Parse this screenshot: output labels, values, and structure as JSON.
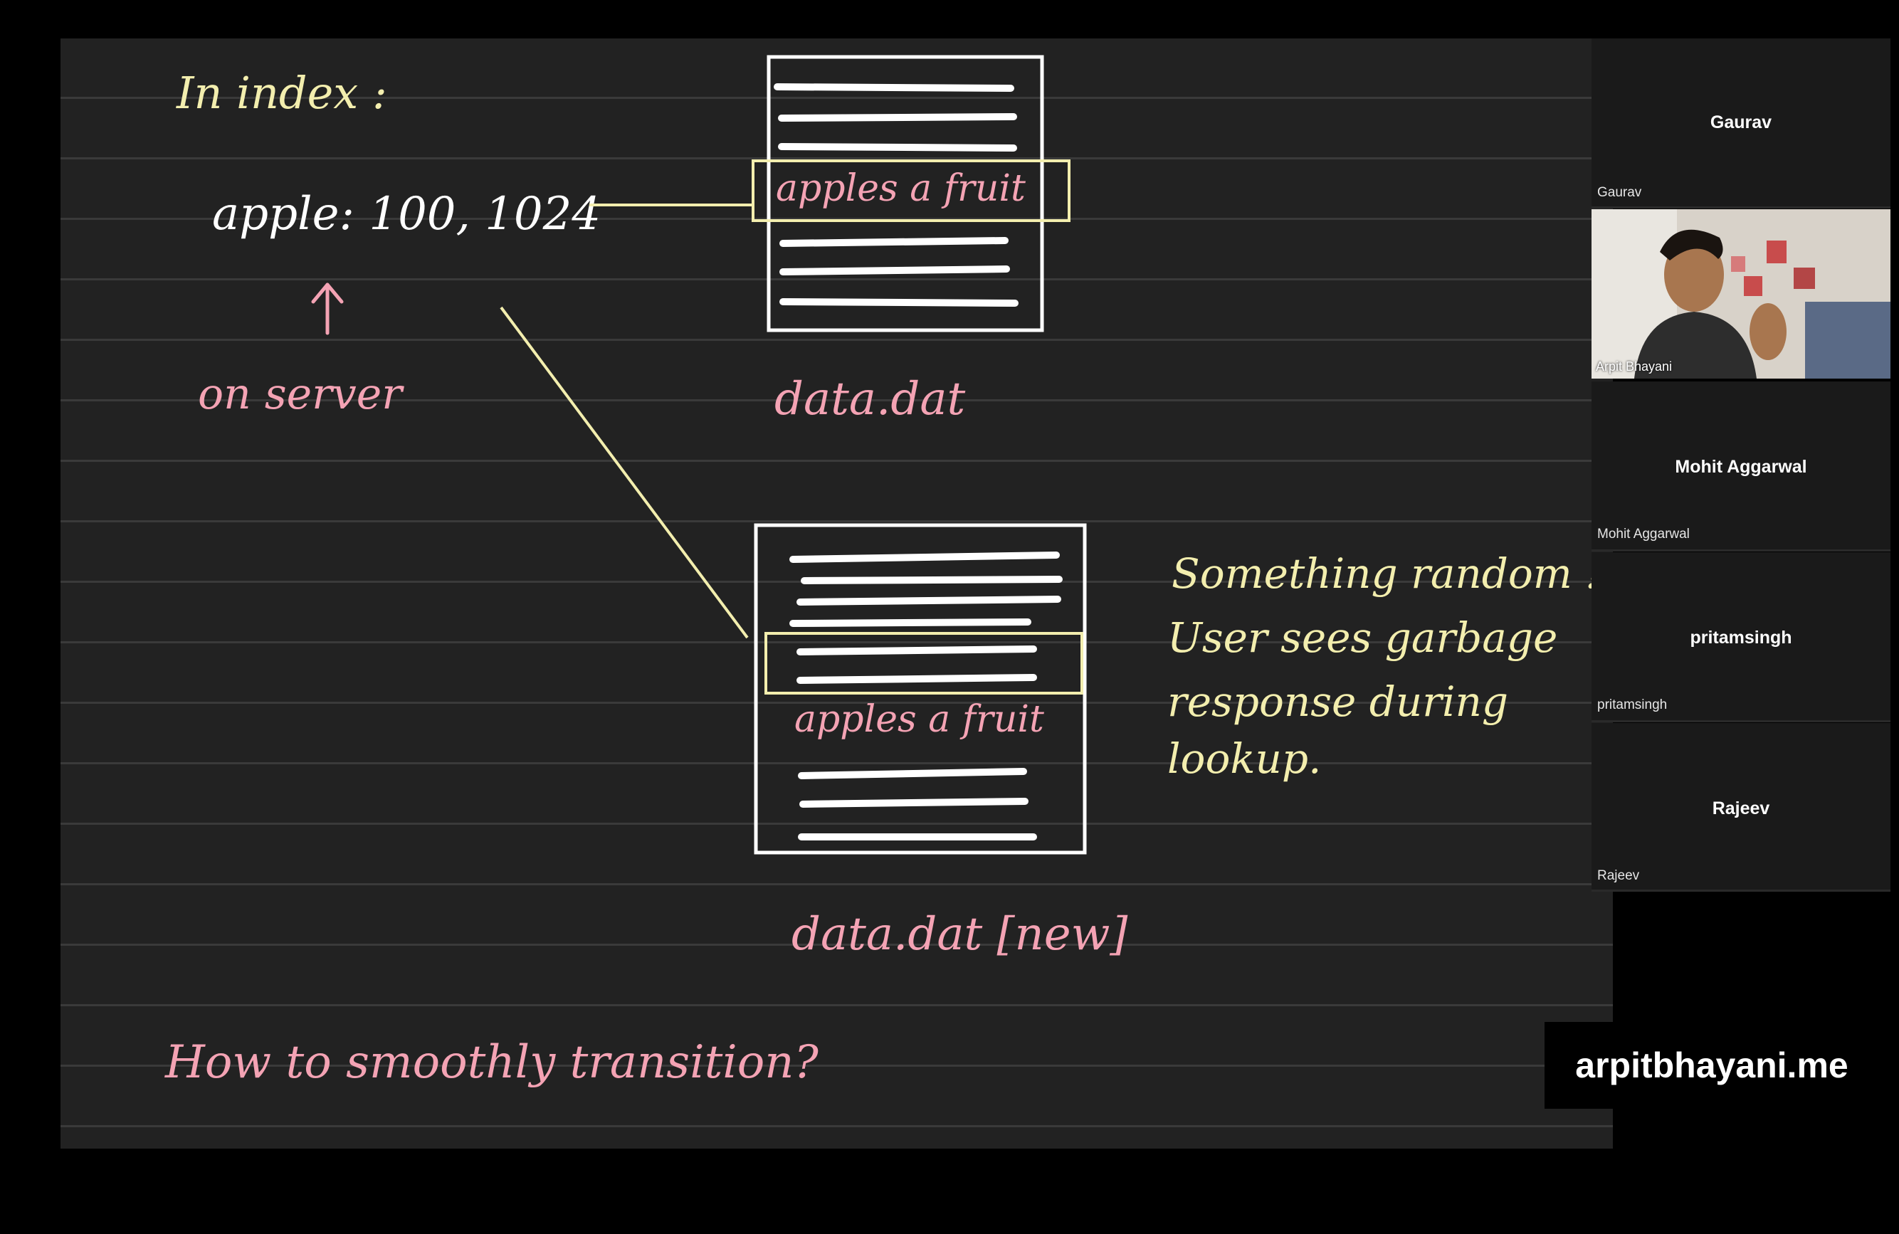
{
  "whiteboard": {
    "heading": "In index :",
    "index_entry": "apple: 100, 1024",
    "on_server": "on server",
    "file_old_label": "data.dat",
    "file_old_highlight": "apples a fruit",
    "file_new_label": "data.dat [new]",
    "file_new_text": "apples a fruit",
    "note_line1": "Something random !!",
    "note_line2": "User sees garbage",
    "note_line3": "response during",
    "note_line4": "lookup.",
    "question": "How to smoothly transition?",
    "colors": {
      "pink": "#f4a3b4",
      "yellow": "#f3eeae",
      "white": "#ffffff",
      "board": "#222222"
    }
  },
  "participants": [
    {
      "name": "Gaurav",
      "label": "Gaurav"
    },
    {
      "name": "Arpit Bhayani",
      "label": "Arpit Bhayani"
    },
    {
      "name": "Mohit Aggarwal",
      "label": "Mohit Aggarwal"
    },
    {
      "name": "pritamsingh",
      "label": "pritamsingh"
    },
    {
      "name": "Rajeev",
      "label": "Rajeev"
    }
  ],
  "brand": "arpitbhayani.me"
}
